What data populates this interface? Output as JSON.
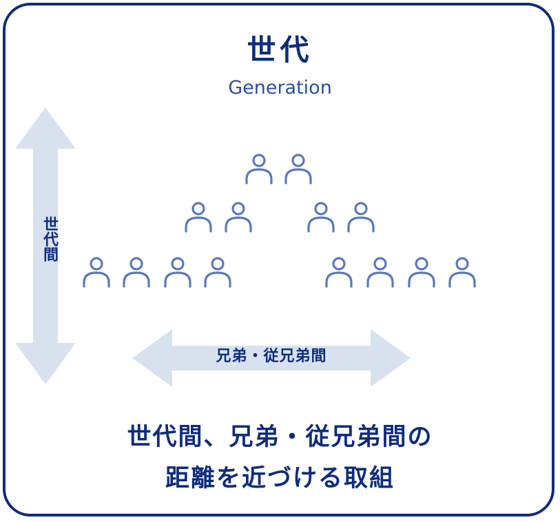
{
  "title": "世代",
  "subtitle": "Generation",
  "vertical_label": "世代間",
  "horizontal_label": "兄弟・従兄弟間",
  "caption": {
    "line1": "世代間、兄弟・従兄弟間の",
    "line2": "距離を近づける取組"
  },
  "colors": {
    "border": "#0e2c7d",
    "text": "#0e2c7d",
    "arrow": "#d8e2ef",
    "person_icon": "#5a78bd"
  },
  "icons": {
    "person": "person-icon",
    "vertical_arrow": "double-arrow-vertical",
    "horizontal_arrow": "double-arrow-horizontal"
  }
}
